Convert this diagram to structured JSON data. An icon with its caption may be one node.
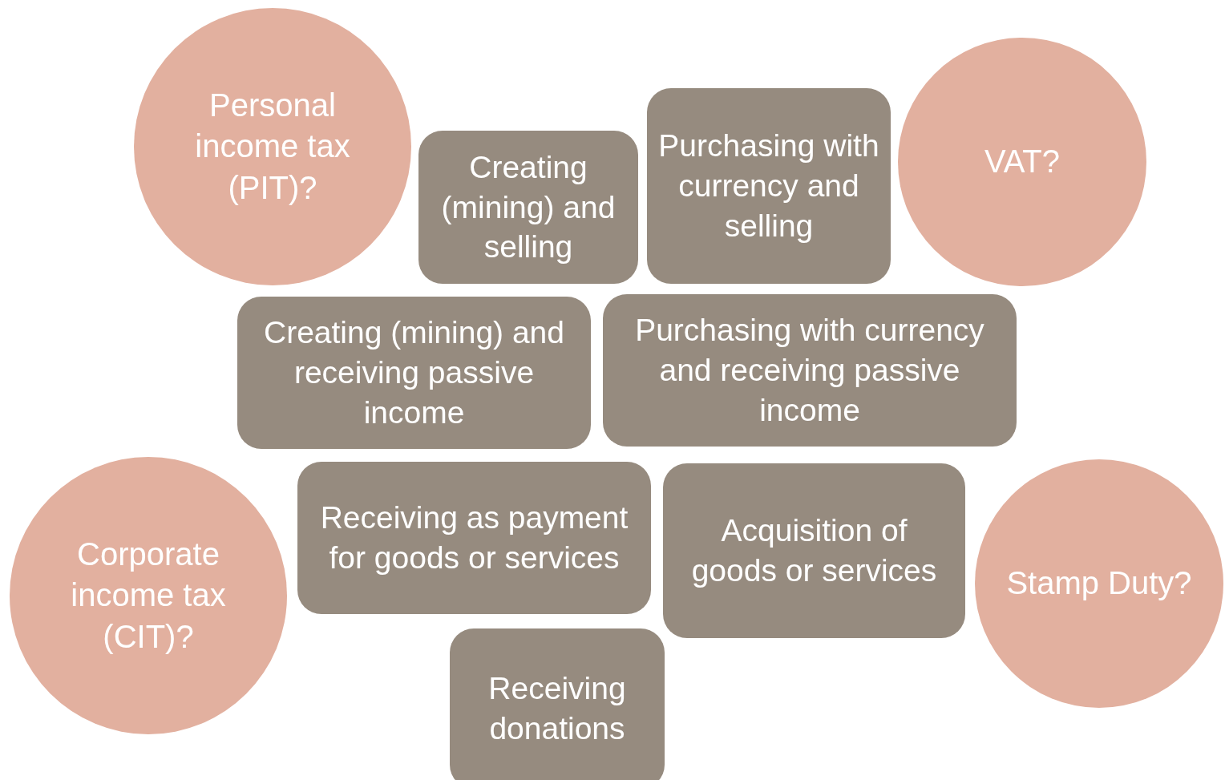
{
  "diagram": {
    "nodes": [
      {
        "text": [
          "Personal income tax (PIT)?"
        ]
      },
      {
        "text": [
          "Creating (mining) and selling"
        ]
      },
      {
        "text": [
          "Purchasing with currency and selling"
        ]
      },
      {
        "text": [
          "VAT?"
        ]
      },
      {
        "text": [
          "Creating (mining) and receiving passive income"
        ]
      },
      {
        "text": [
          "Purchasing with currency and receiving passive income"
        ]
      },
      {
        "text": [
          "Corporate income tax (CIT)?"
        ]
      },
      {
        "text": [
          "Receiving as payment for goods or services"
        ]
      },
      {
        "text": [
          "Acquisition of goods or services"
        ]
      },
      {
        "text": [
          "Stamp Duty?"
        ]
      },
      {
        "text": [
          "Receiving donations"
        ]
      }
    ]
  }
}
